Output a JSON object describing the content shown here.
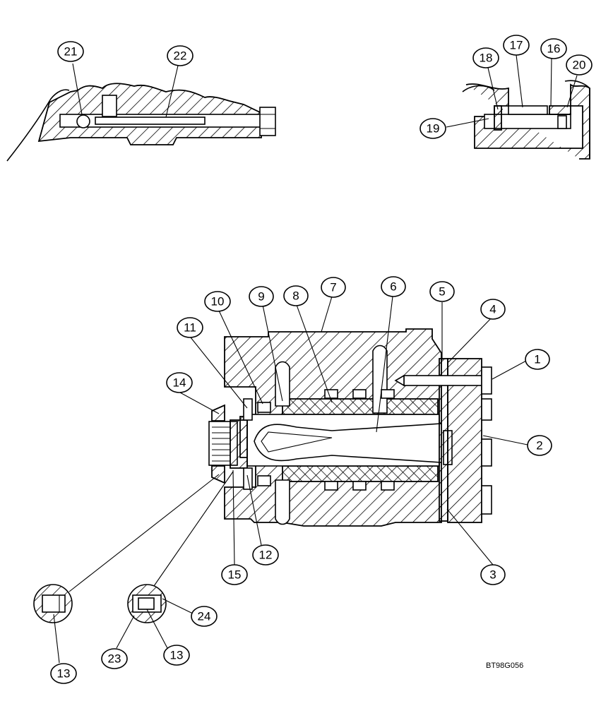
{
  "figure": {
    "reference_code": "BT98G056"
  },
  "callouts": [
    "1",
    "2",
    "3",
    "4",
    "5",
    "6",
    "7",
    "8",
    "9",
    "10",
    "11",
    "12",
    "13",
    "14",
    "15",
    "16",
    "17",
    "18",
    "19",
    "20",
    "21",
    "22",
    "23",
    "24"
  ],
  "detail_callouts": {
    "left_detail_13": "13",
    "right_detail_13": "13"
  }
}
